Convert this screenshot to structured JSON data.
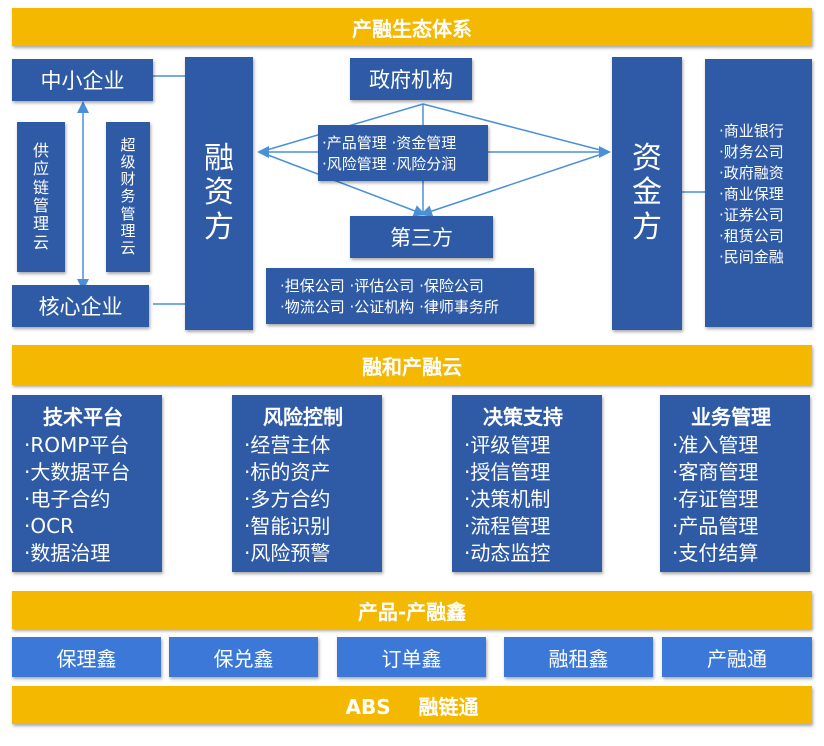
{
  "header": {
    "title": "产融生态体系"
  },
  "left": {
    "sme": "中小企业",
    "core": "核心企业",
    "scm_cloud": [
      "供",
      "应",
      "链",
      "管",
      "理",
      "云"
    ],
    "finance_cloud": [
      "超",
      "级",
      "财",
      "务",
      "管",
      "理",
      "云"
    ],
    "financing_party": [
      "融",
      "资",
      "方"
    ]
  },
  "middle": {
    "government": "政府机构",
    "functions": [
      "·产品管理 ·资金管理",
      "·风险管理 ·风险分润"
    ],
    "third_party": "第三方",
    "third_party_list": [
      "·担保公司 ·评估公司 ·保险公司",
      "·物流公司 ·公证机构 ·律师事务所"
    ]
  },
  "right": {
    "capital_party": [
      "资",
      "金",
      "方"
    ],
    "institutions": [
      "·商业银行",
      "·财务公司",
      "·政府融资",
      "·商业保理",
      "·证券公司",
      "·租赁公司",
      "·民间金融"
    ]
  },
  "cloud": {
    "title": "融和产融云"
  },
  "panels": [
    {
      "title": "技术平台",
      "items": [
        "·ROMP平台",
        "·大数据平台",
        "·电子合约",
        "·OCR",
        "·数据治理"
      ]
    },
    {
      "title": "风险控制",
      "items": [
        "·经营主体",
        "·标的资产",
        "·多方合约",
        "·智能识别",
        "·风险预警"
      ]
    },
    {
      "title": "决策支持",
      "items": [
        "·评级管理",
        "·授信管理",
        "·决策机制",
        "·流程管理",
        "·动态监控"
      ]
    },
    {
      "title": "业务管理",
      "items": [
        "·准入管理",
        "·客商管理",
        "·存证管理",
        "·产品管理",
        "·支付结算"
      ]
    }
  ],
  "product": {
    "title": "产品-产融鑫",
    "items": [
      "保理鑫",
      "保兑鑫",
      "订单鑫",
      "融租鑫",
      "产融通"
    ]
  },
  "footer": {
    "title": "ABS    融链通"
  },
  "colors": {
    "gold": "#F5B800",
    "dark_blue": "#2E5AA6",
    "light_blue": "#3C78D8",
    "connector": "#4A90D9"
  }
}
